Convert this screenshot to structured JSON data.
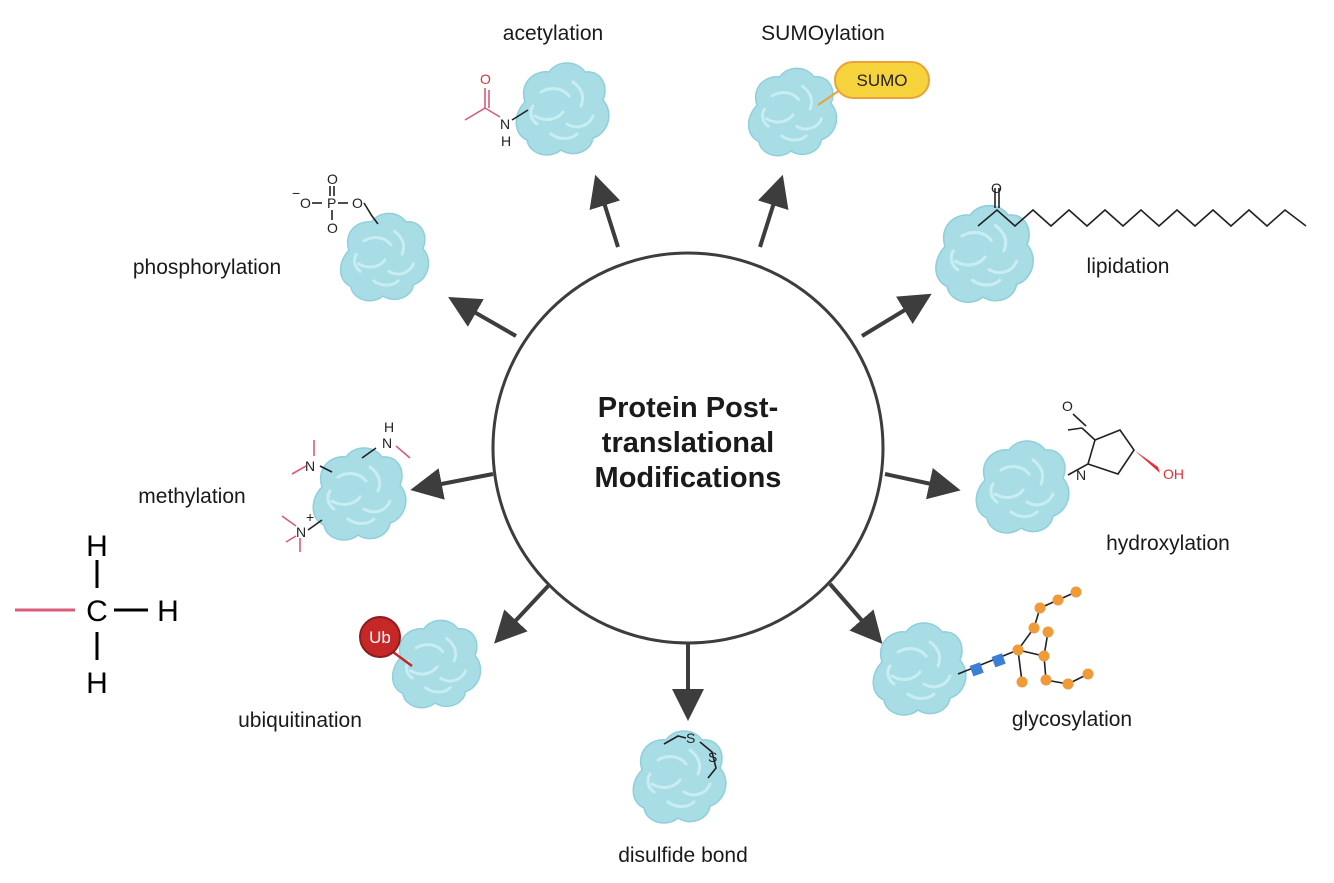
{
  "center": {
    "line1": "Protein Post-",
    "line2": "translational",
    "line3": "Modifications"
  },
  "modifications": {
    "acetylation": "acetylation",
    "sumoylation": "SUMOylation",
    "lipidation": "lipidation",
    "hydroxylation": "hydroxylation",
    "glycosylation": "glycosylation",
    "disulfide": "disulfide bond",
    "ubiquitination": "ubiquitination",
    "methylation": "methylation",
    "phosphorylation": "phosphorylation"
  },
  "tags": {
    "sumo": "SUMO",
    "ub": "Ub"
  },
  "chem": {
    "O": "O",
    "N": "N",
    "H": "H",
    "P": "P",
    "S": "S",
    "OH": "OH",
    "minus": "−",
    "plus": "+"
  },
  "methyl_group": {
    "carbon": "C",
    "hydrogen": "H"
  },
  "colors": {
    "protein": "#a9dde6",
    "protein_outline": "#8ecfdb",
    "arrow": "#3d3d3d",
    "sumo_fill": "#f6d23c",
    "ub_fill": "#c62828",
    "glycan_orange": "#f09a3a",
    "glycan_blue": "#3d7fd6",
    "methyl_pink": "#d85c78"
  }
}
